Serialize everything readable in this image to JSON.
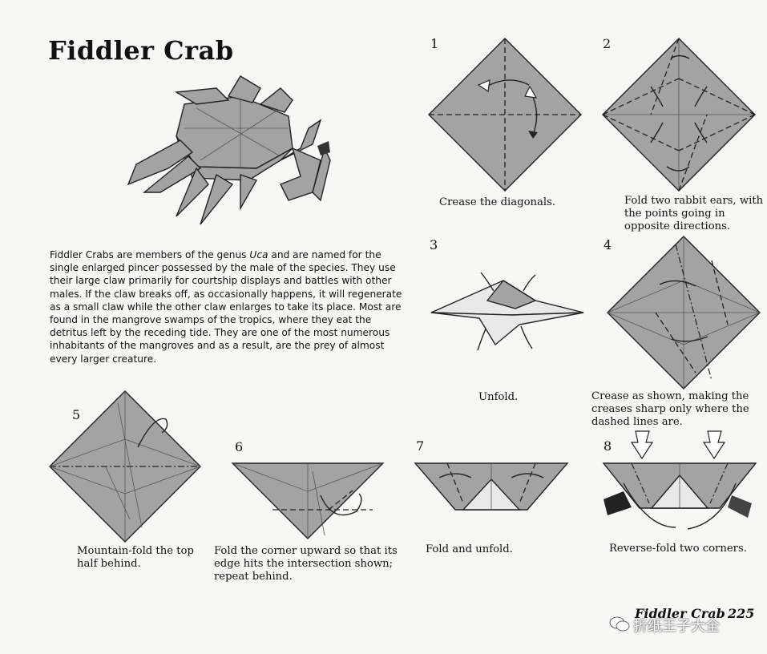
{
  "page": {
    "title": "Fiddler Crab",
    "intro": "Fiddler Crabs are members of the genus Uca and are named for the single enlarged pincer possessed by the male of the species. They use their large claw primarily for courtship displays and battles with other males. If the claw breaks off, as occasionally happens, it will regenerate as a small claw while the other claw enlarges to take its place. Most are found in the mangrove swamps of the tropics, where they eat the detritus left by the receding tide. They are one of the most numerous inhabitants of the mangroves and as a result, are the prey of almost every larger creature.",
    "footer_title": "Fiddler Crab",
    "page_number": "225",
    "watermark": "折纸王子大全"
  },
  "steps": [
    {
      "number": "1",
      "caption": "Crease the diagonals."
    },
    {
      "number": "2",
      "caption": "Fold two rabbit ears, with the points going in opposite directions."
    },
    {
      "number": "3",
      "caption": "Unfold."
    },
    {
      "number": "4",
      "caption": "Crease as shown, making the creases sharp only where the dashed lines are."
    },
    {
      "number": "5",
      "caption": "Mountain-fold the top half behind."
    },
    {
      "number": "6",
      "caption": "Fold the corner upward so that its edge hits the intersection shown; repeat behind."
    },
    {
      "number": "7",
      "caption": "Fold and unfold."
    },
    {
      "number": "8",
      "caption": "Reverse-fold two corners."
    }
  ],
  "colors": {
    "paper": "#a3a3a3",
    "background": "#f7f7f5",
    "ink": "#111111"
  }
}
